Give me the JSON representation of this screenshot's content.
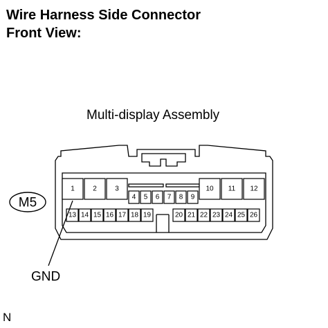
{
  "title_line1": "Wire Harness Side Connector",
  "title_line2": "Front View:",
  "assembly_name": "Multi-display Assembly",
  "connector_code": "M5",
  "gnd_label": "GND",
  "footnote": "N",
  "top_row": {
    "left": [
      "1",
      "2",
      "3"
    ],
    "middle": [
      "4",
      "5",
      "6",
      "7",
      "8",
      "9"
    ],
    "right": [
      "10",
      "11",
      "12"
    ]
  },
  "bottom_row": {
    "left": [
      "13",
      "14",
      "15",
      "16",
      "17",
      "18",
      "19"
    ],
    "right": [
      "20",
      "21",
      "22",
      "23",
      "24",
      "25",
      "26"
    ]
  }
}
